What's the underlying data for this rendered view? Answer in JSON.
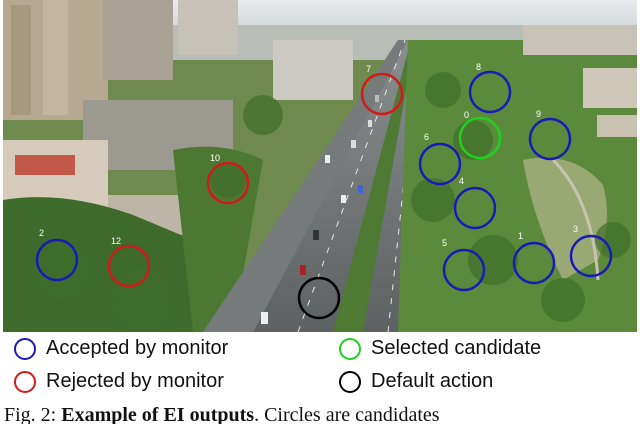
{
  "colors": {
    "accepted": "#1a1ab8",
    "rejected": "#d11a1a",
    "selected": "#1fd01f",
    "default": "#000000"
  },
  "legend": {
    "accepted": "Accepted by monitor",
    "selected": "Selected candidate",
    "rejected": "Rejected by monitor",
    "default": "Default action"
  },
  "candidates": [
    {
      "label": "0",
      "status": "selected"
    },
    {
      "label": "1",
      "status": "accepted"
    },
    {
      "label": "2",
      "status": "accepted"
    },
    {
      "label": "3",
      "status": "accepted"
    },
    {
      "label": "4",
      "status": "accepted"
    },
    {
      "label": "5",
      "status": "accepted"
    },
    {
      "label": "6",
      "status": "accepted"
    },
    {
      "label": "7",
      "status": "rejected"
    },
    {
      "label": "8",
      "status": "accepted"
    },
    {
      "label": "9",
      "status": "accepted"
    },
    {
      "label": "10",
      "status": "rejected"
    },
    {
      "label": "12",
      "status": "rejected"
    },
    {
      "label": "",
      "status": "default"
    }
  ],
  "caption": {
    "prefix": "Fig. 2: ",
    "bold": "Example of EI outputs",
    "rest": ". Circles are candidates"
  }
}
